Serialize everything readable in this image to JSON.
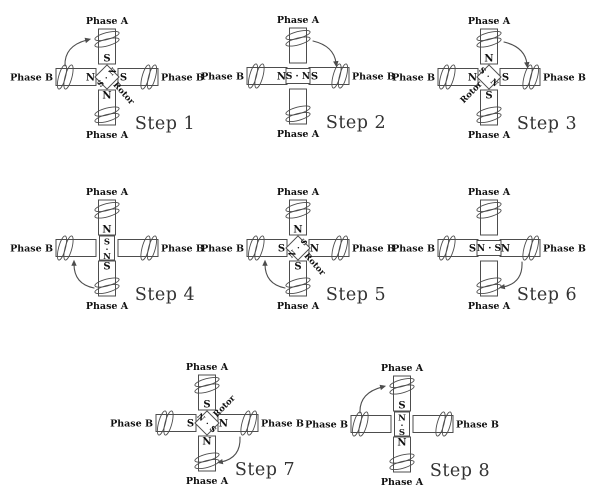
{
  "labels": {
    "phase_a": "Phase A",
    "phase_b": "Phase B",
    "rotor": "Rotor"
  },
  "colors": {
    "background": "#ffffff",
    "stroke": "#4d4d4d",
    "text": "#111111",
    "step_label": "#333333"
  },
  "steps": [
    {
      "label": "Step 1",
      "poles": {
        "top": "S",
        "bottom": "N",
        "left": "N",
        "right": "S"
      },
      "rotor": {
        "shape": "diamond",
        "letters": [
          "S",
          "N"
        ],
        "separator": "·",
        "display": "S · N",
        "text_angle": -45,
        "label_position": "lower-right",
        "label_angle": 48
      },
      "arrow": "upper-left"
    },
    {
      "label": "Step 2",
      "poles": {
        "top": null,
        "bottom": null,
        "left": "N",
        "right": "S"
      },
      "rotor": {
        "shape": "hbox",
        "letters": [
          "S",
          "N"
        ],
        "separator": "·",
        "display": "S · N",
        "text_angle": 0,
        "label_position": null,
        "label_angle": 0
      },
      "arrow": "upper-right"
    },
    {
      "label": "Step 3",
      "poles": {
        "top": "N",
        "bottom": "S",
        "left": "N",
        "right": "S"
      },
      "rotor": {
        "shape": "diamond",
        "letters": [
          "S",
          "N"
        ],
        "separator": "·",
        "display": "S · N",
        "text_angle": 45,
        "label_position": "lower-left",
        "label_angle": -45
      },
      "arrow": "upper-right"
    },
    {
      "label": "Step 4",
      "poles": {
        "top": "N",
        "bottom": "S",
        "left": null,
        "right": null
      },
      "rotor": {
        "shape": "vbox",
        "letters": [
          "S",
          "N"
        ],
        "separator": "·",
        "display": "S · N",
        "text_angle": 90,
        "label_position": null,
        "label_angle": 0
      },
      "arrow": "lower-left"
    },
    {
      "label": "Step 5",
      "poles": {
        "top": "N",
        "bottom": "S",
        "left": "S",
        "right": "N"
      },
      "rotor": {
        "shape": "diamond",
        "letters": [
          "N",
          "S"
        ],
        "separator": "·",
        "display": "N · S",
        "text_angle": -45,
        "label_position": "lower-right",
        "label_angle": 48
      },
      "arrow": "lower-left"
    },
    {
      "label": "Step 6",
      "poles": {
        "top": null,
        "bottom": null,
        "left": "S",
        "right": "N"
      },
      "rotor": {
        "shape": "hbox",
        "letters": [
          "N",
          "S"
        ],
        "separator": "·",
        "display": "N · S",
        "text_angle": 0,
        "label_position": null,
        "label_angle": 0
      },
      "arrow": "lower-right"
    },
    {
      "label": "Step 7",
      "poles": {
        "top": "S",
        "bottom": "N",
        "left": "S",
        "right": "N"
      },
      "rotor": {
        "shape": "diamond",
        "letters": [
          "N",
          "S"
        ],
        "separator": "·",
        "display": "N · S",
        "text_angle": 45,
        "label_position": "upper-right",
        "label_angle": -45
      },
      "arrow": "lower-right"
    },
    {
      "label": "Step 8",
      "poles": {
        "top": "S",
        "bottom": "N",
        "left": null,
        "right": null
      },
      "rotor": {
        "shape": "vbox",
        "letters": [
          "N",
          "S"
        ],
        "separator": "·",
        "display": "N · S",
        "text_angle": 90,
        "label_position": null,
        "label_angle": 0
      },
      "arrow": "upper-left"
    }
  ]
}
